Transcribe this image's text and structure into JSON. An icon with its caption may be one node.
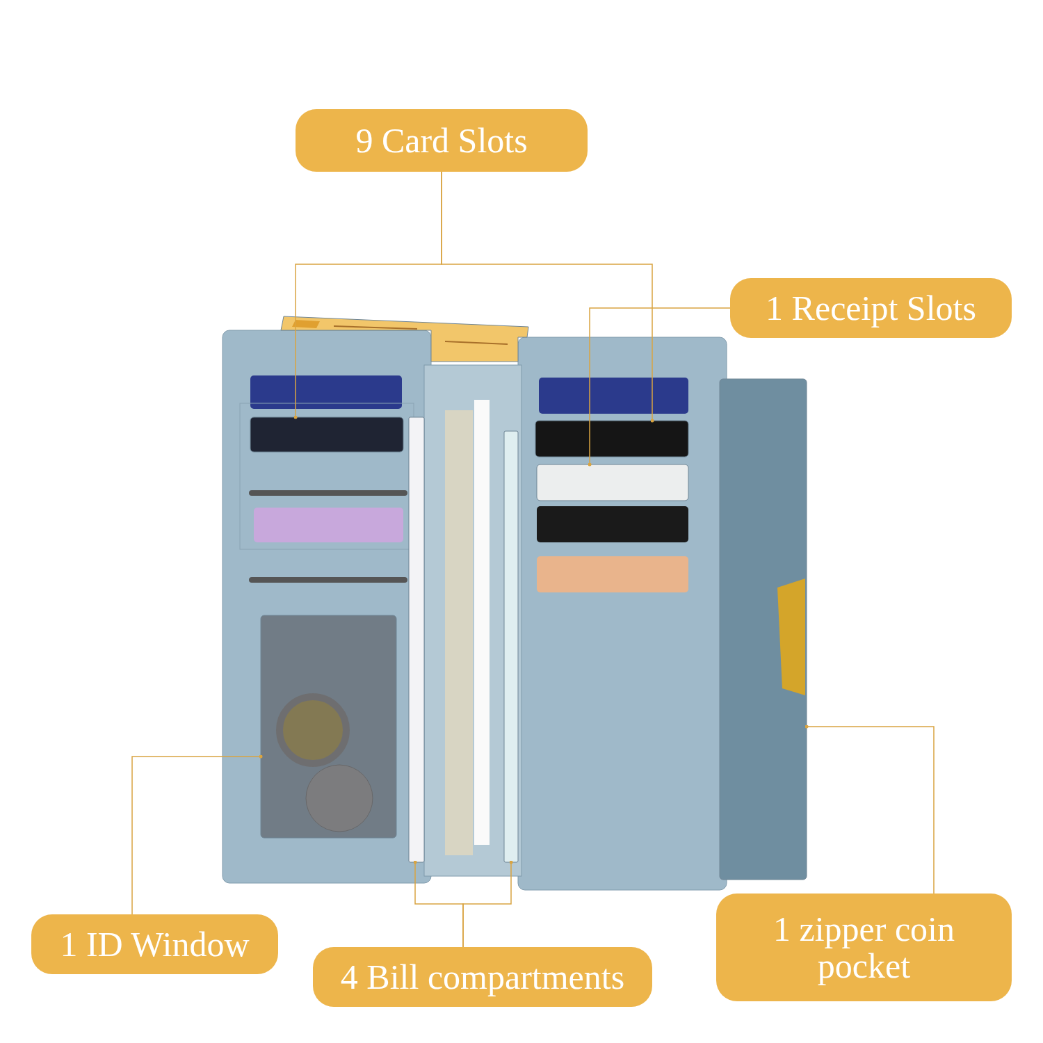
{
  "diagram": {
    "nodes": [
      {
        "text": [
          "9 Card Slots"
        ]
      },
      {
        "text": [
          "1 Receipt Slots"
        ]
      },
      {
        "text": [
          "1 ID Window"
        ]
      },
      {
        "text": [
          "4 Bill compartments"
        ]
      },
      {
        "text": [
          "1 zipper coin pocket"
        ]
      },
      {
        "text": [],
        "shape": "box"
      },
      {
        "text": [],
        "shape": "box"
      },
      {
        "text": [],
        "shape": "box"
      },
      {
        "text": [],
        "shape": "box"
      },
      {
        "text": [],
        "shape": "bar"
      },
      {
        "text": [],
        "shape": "bar"
      },
      {
        "text": [],
        "shape": "box"
      },
      {
        "text": [],
        "shape": "picture"
      }
    ],
    "edges": [
      {
        "from": 0,
        "to": 5,
        "arrow": "other"
      },
      {
        "from": 0,
        "to": 6,
        "arrow": "other"
      },
      {
        "from": 1,
        "to": 7,
        "arrow": "other"
      },
      {
        "from": 2,
        "to": 8,
        "arrow": "other"
      },
      {
        "from": 3,
        "to": 9,
        "arrow": "other"
      },
      {
        "from": 3,
        "to": 10,
        "arrow": "other"
      },
      {
        "from": 4,
        "to": 11,
        "arrow": "other"
      }
    ]
  }
}
